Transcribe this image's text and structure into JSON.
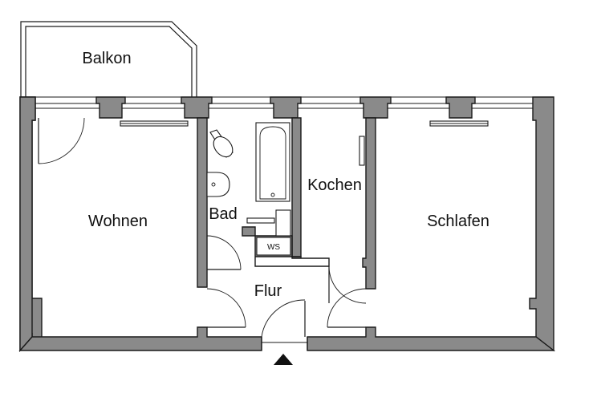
{
  "rooms": {
    "balkon": "Balkon",
    "wohnen": "Wohnen",
    "bad": "Bad",
    "kochen": "Kochen",
    "schlafen": "Schlafen",
    "flur": "Flur",
    "ws": "WS"
  },
  "colors": {
    "wall_fill": "#8a8a8a",
    "line": "#1a1a1a",
    "background": "#ffffff"
  },
  "icons": {
    "entrance": "entrance-arrow-icon"
  }
}
